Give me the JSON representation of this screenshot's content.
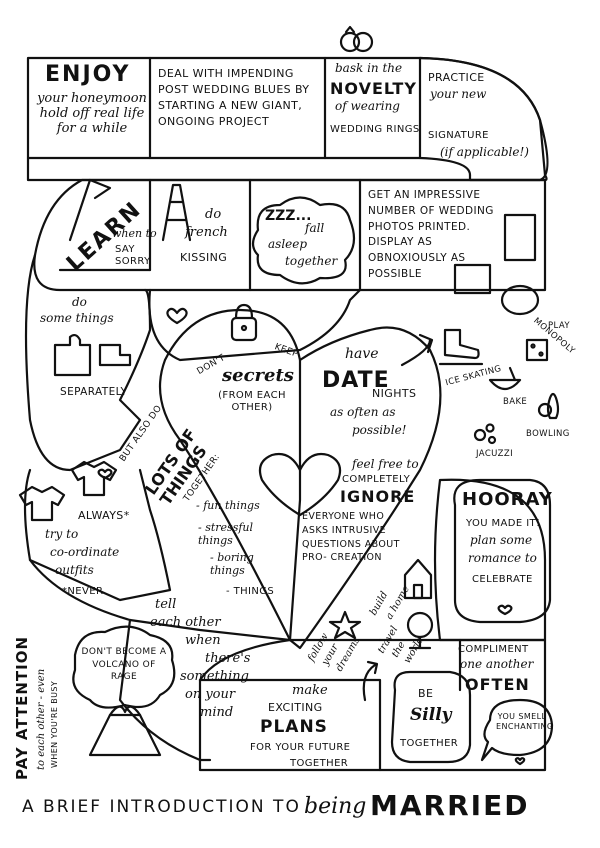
{
  "title": {
    "prefix": "A BRIEF INTRODUCTION TO",
    "script_word": "being",
    "big_word": "MARRIED"
  },
  "squares": {
    "enjoy": {
      "head": "ENJOY",
      "body": "your honeymoon hold off real life for a while"
    },
    "deal": {
      "body": "DEAL WITH IMPENDING post wedding blues BY STARTING A NEW GIANT, ONGOING PROJECT"
    },
    "bask": {
      "pre": "bask in the",
      "head": "NOVELTY",
      "post": "of wearing",
      "tail": "WEDDING RINGS"
    },
    "practice": {
      "l1": "PRACTICE",
      "l2": "your new",
      "l3": "SIGNATURE",
      "l4": "(if applicable!)"
    },
    "learn": {
      "head": "LEARN",
      "sub": "when to",
      "tail": "SAY SORRY"
    },
    "french": {
      "l1": "do",
      "l2": "french",
      "l3": "KISSING"
    },
    "asleep": {
      "zzz": "ZZZ...",
      "l1": "fall",
      "l2": "asleep",
      "l3": "together"
    },
    "photos": {
      "body": "GET AN IMPRESSIVE NUMBER OF WEDDING PHOTOS PRINTED. DISPLAY AS OBNOXIOUSLY AS POSSIBLE"
    },
    "separately": {
      "l1": "do",
      "l2": "some things",
      "l3": "SEPARATELY"
    },
    "secrets": {
      "dont": "DON'T",
      "keep": "KEEP",
      "head": "secrets",
      "tail": "(FROM EACH OTHER)"
    },
    "date": {
      "l1": "have",
      "head": "DATE",
      "l2": "NIGHTS",
      "l3": "as often as",
      "l4": "possible!"
    },
    "lots": {
      "l1": "BUT ALSO DO",
      "head": "LOTS of THINGS",
      "l2": "TOGETHER:",
      "items": [
        "- fun things",
        "- stressful things",
        "- boring things",
        "- THINGS"
      ]
    },
    "ignore": {
      "l1": "feel free to",
      "l2": "COMPLETELY",
      "head": "IGNORE",
      "body": "EVERYONE WHO ASKS INTRUSIVE QUESTIONS ABOUT PRO- CREATION"
    },
    "outfits": {
      "l1": "ALWAYS*",
      "l2": "try to",
      "l3": "co-ordinate",
      "l4": "outfits",
      "l5": "*NEVER"
    },
    "hooray": {
      "head": "HOORAY",
      "l1": "YOU MADE IT!",
      "l2": "plan some",
      "l3": "romance to",
      "l4": "CELEBRATE"
    },
    "tell": {
      "l1": "tell",
      "l2": "each other",
      "l3": "when",
      "l4": "there's",
      "l5": "something",
      "l6": "on your",
      "l7": "mind"
    },
    "volcano": {
      "body": "DON'T BECOME A VOLCANO OF RAGE"
    },
    "plans": {
      "l1": "make",
      "l2": "EXCITING",
      "head": "PLANS",
      "l3": "FOR YOUR FUTURE",
      "l4": "TOGETHER"
    },
    "silly": {
      "l1": "BE",
      "l2": "Silly",
      "l3": "TOGETHER"
    },
    "compliment": {
      "l1": "COMPLIMENT",
      "l2": "one another",
      "head": "OFTEN"
    },
    "smell": {
      "body": "YOU SMELL ENCHANTING"
    },
    "attention": {
      "head": "PAY ATTENTION",
      "l1": "to each other - even",
      "l2": "WHEN YOU'RE BUSY"
    },
    "dreams": {
      "l1": "follow",
      "l2": "your",
      "l3": "dreams"
    },
    "home": {
      "l1": "build",
      "l2": "a home"
    },
    "travel": {
      "l1": "travel",
      "l2": "the",
      "l3": "world"
    }
  },
  "activities": [
    "ICE SKATING",
    "PLAY",
    "MONOPOLY",
    "BAKE",
    "BOWLING",
    "JACUZZI"
  ],
  "icons": [
    "wedding-rings-icon",
    "flag-icon",
    "eiffel-tower-icon",
    "picture-frame-icon",
    "puzzle-pieces-icon",
    "padlock-icon",
    "t-shirt-icon",
    "volcano-icon",
    "house-icon",
    "globe-icon",
    "star-icon",
    "ice-skate-icon",
    "dice-icon",
    "mixing-bowl-icon",
    "bowling-pins-icon",
    "bubbles-icon",
    "heart-icon"
  ]
}
